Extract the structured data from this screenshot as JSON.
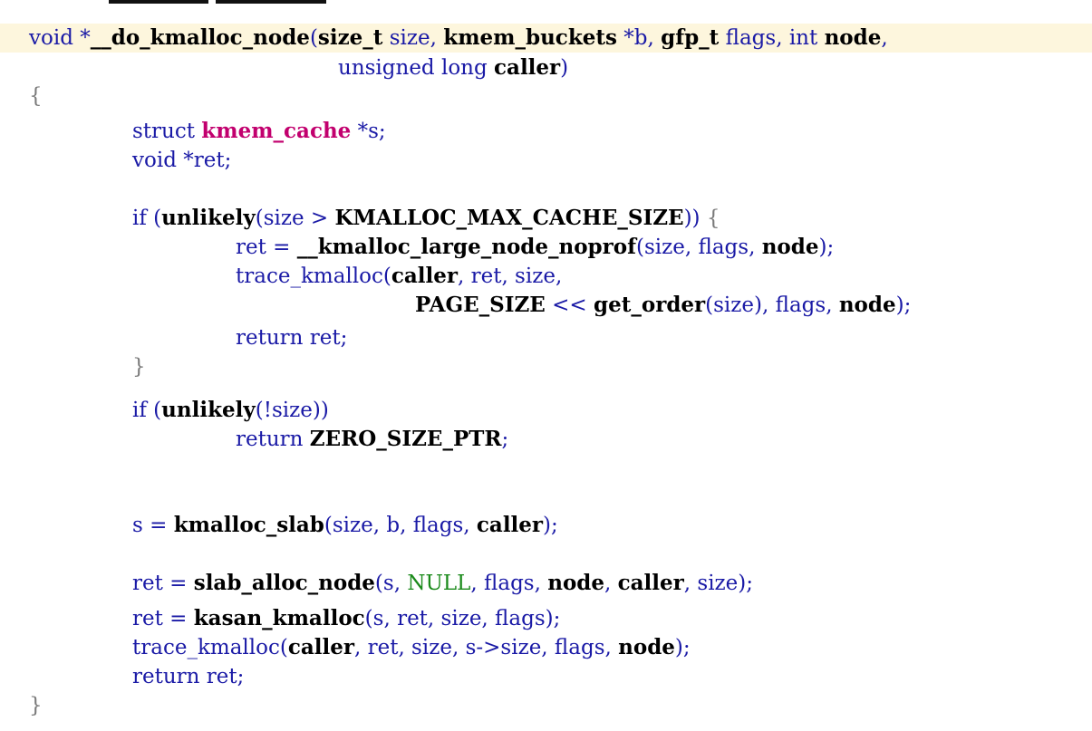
{
  "editor": {
    "lines": [
      {
        "segments": [
          {
            "t": "void *",
            "c": "kw"
          },
          {
            "t": "__do_kmalloc_node",
            "c": "fn"
          },
          {
            "t": "(",
            "c": "punc"
          },
          {
            "t": "size_t",
            "c": "id"
          },
          {
            "t": " size, ",
            "c": "var"
          },
          {
            "t": "kmem_buckets",
            "c": "id"
          },
          {
            "t": " *b, ",
            "c": "var"
          },
          {
            "t": "gfp_t",
            "c": "id"
          },
          {
            "t": " flags, ",
            "c": "var"
          },
          {
            "t": "int",
            "c": "kw"
          },
          {
            "t": " ",
            "c": "var"
          },
          {
            "t": "node",
            "c": "id"
          },
          {
            "t": ",",
            "c": "punc"
          }
        ]
      },
      {
        "segments": [
          {
            "t": "unsigned long ",
            "c": "kw"
          },
          {
            "t": "caller",
            "c": "id"
          },
          {
            "t": ")",
            "c": "punc"
          }
        ]
      },
      {
        "segments": [
          {
            "t": "{",
            "c": "brace"
          }
        ]
      },
      {
        "segments": [
          {
            "t": "struct ",
            "c": "kw"
          },
          {
            "t": "kmem_cache",
            "c": "st"
          },
          {
            "t": " *s;",
            "c": "var"
          }
        ]
      },
      {
        "segments": [
          {
            "t": "void *ret;",
            "c": "kw"
          }
        ]
      },
      {
        "segments": []
      },
      {
        "segments": [
          {
            "t": "if (",
            "c": "kw"
          },
          {
            "t": "unlikely",
            "c": "fn"
          },
          {
            "t": "(size > ",
            "c": "var"
          },
          {
            "t": "KMALLOC_MAX_CACHE_SIZE",
            "c": "mac"
          },
          {
            "t": ")) ",
            "c": "punc"
          },
          {
            "t": "{",
            "c": "brace"
          }
        ]
      },
      {
        "segments": [
          {
            "t": "ret = ",
            "c": "var"
          },
          {
            "t": "__kmalloc_large_node_noprof",
            "c": "fn"
          },
          {
            "t": "(size, flags, ",
            "c": "var"
          },
          {
            "t": "node",
            "c": "id"
          },
          {
            "t": ");",
            "c": "punc"
          }
        ]
      },
      {
        "segments": [
          {
            "t": "trace_kmalloc(",
            "c": "var"
          },
          {
            "t": "caller",
            "c": "id"
          },
          {
            "t": ", ret, size,",
            "c": "var"
          }
        ]
      },
      {
        "segments": [
          {
            "t": "PAGE_SIZE",
            "c": "mac"
          },
          {
            "t": " << ",
            "c": "var"
          },
          {
            "t": "get_order",
            "c": "fn"
          },
          {
            "t": "(size), flags, ",
            "c": "var"
          },
          {
            "t": "node",
            "c": "id"
          },
          {
            "t": ");",
            "c": "punc"
          }
        ]
      },
      {
        "segments": [
          {
            "t": "return ret;",
            "c": "kw"
          }
        ]
      },
      {
        "segments": [
          {
            "t": "}",
            "c": "brace"
          }
        ]
      },
      {
        "segments": []
      },
      {
        "segments": [
          {
            "t": "if (",
            "c": "kw"
          },
          {
            "t": "unlikely",
            "c": "fn"
          },
          {
            "t": "(!size))",
            "c": "var"
          }
        ]
      },
      {
        "segments": [
          {
            "t": "return ",
            "c": "kw"
          },
          {
            "t": "ZERO_SIZE_PTR",
            "c": "mac"
          },
          {
            "t": ";",
            "c": "punc"
          }
        ]
      },
      {
        "segments": []
      },
      {
        "segments": [
          {
            "t": "s = ",
            "c": "var"
          },
          {
            "t": "kmalloc_slab",
            "c": "fn"
          },
          {
            "t": "(size, b, flags, ",
            "c": "var"
          },
          {
            "t": "caller",
            "c": "id"
          },
          {
            "t": ");",
            "c": "punc"
          }
        ]
      },
      {
        "segments": []
      },
      {
        "segments": [
          {
            "t": "ret = ",
            "c": "var"
          },
          {
            "t": "slab_alloc_node",
            "c": "fn"
          },
          {
            "t": "(s, ",
            "c": "var"
          },
          {
            "t": "NULL",
            "c": "lit"
          },
          {
            "t": ", flags, ",
            "c": "var"
          },
          {
            "t": "node",
            "c": "id"
          },
          {
            "t": ", ",
            "c": "var"
          },
          {
            "t": "caller",
            "c": "id"
          },
          {
            "t": ", size);",
            "c": "var"
          }
        ]
      },
      {
        "segments": [
          {
            "t": "ret = ",
            "c": "var"
          },
          {
            "t": "kasan_kmalloc",
            "c": "fn"
          },
          {
            "t": "(s, ret, size, flags);",
            "c": "var"
          }
        ]
      },
      {
        "segments": [
          {
            "t": "trace_kmalloc(",
            "c": "var"
          },
          {
            "t": "caller",
            "c": "id"
          },
          {
            "t": ", ret, size, s->size, flags, ",
            "c": "var"
          },
          {
            "t": "node",
            "c": "id"
          },
          {
            "t": ");",
            "c": "punc"
          }
        ]
      },
      {
        "segments": [
          {
            "t": "return ret;",
            "c": "kw"
          }
        ]
      },
      {
        "segments": [
          {
            "t": "}",
            "c": "brace"
          }
        ]
      }
    ]
  }
}
